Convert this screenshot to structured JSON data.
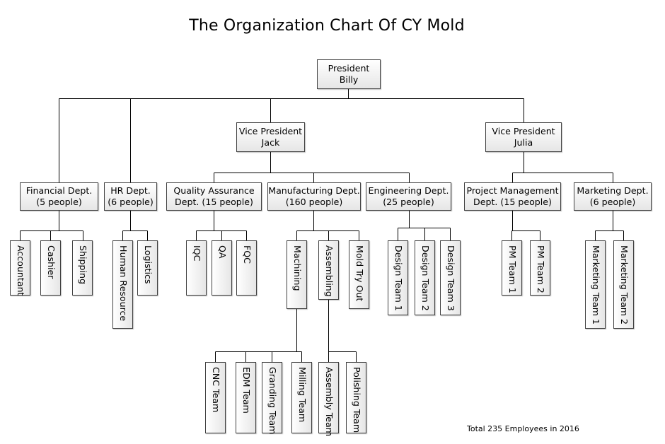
{
  "title": "The Organization Chart Of CY Mold",
  "president": {
    "role": "President",
    "name": "Billy"
  },
  "vp_jack": {
    "role": "Vice President",
    "name": "Jack"
  },
  "vp_julia": {
    "role": "Vice President",
    "name": "Julia"
  },
  "departments": {
    "financial": {
      "line1": "Financial Dept.",
      "line2": "(5 people)"
    },
    "hr": {
      "line1": "HR Dept.",
      "line2": "(6 people)"
    },
    "quality": {
      "line1": "Quality Assurance",
      "line2": "Dept. (15 people)"
    },
    "manufacturing": {
      "line1": "Manufacturing Dept.",
      "line2": "(160 people)"
    },
    "engineering": {
      "line1": "Engineering Dept.",
      "line2": "(25 people)"
    },
    "project": {
      "line1": "Project Management",
      "line2": "Dept. (15 people)"
    },
    "marketing": {
      "line1": "Marketing Dept.",
      "line2": "(6 people)"
    }
  },
  "units": {
    "accountant": "Accountant",
    "cashier": "Cashier",
    "shipping": "Shipping",
    "human_resource": "Human Resource",
    "logistics": "Logistics",
    "iqc": "IQC",
    "qa": "QA",
    "fqc": "FQC",
    "machining": "Machining",
    "assembling": "Assembling",
    "mold_try_out": "Mold Try Out",
    "design_team_1": "Design Team 1",
    "design_team_2": "Design Team 2",
    "design_team_3": "Design Team 3",
    "pm_team_1": "PM Team 1",
    "pm_team_2": "PM Team 2",
    "marketing_team_1": "Marketing Team 1",
    "marketing_team_2": "Marketing Team 2",
    "cnc_team": "CNC Team",
    "edm_team": "EDM Team",
    "granding_team": "Granding Team",
    "milling_team": "Milling Team",
    "assembly_team": "Assembly Team",
    "polishing_team": "Polishing Team"
  },
  "footnote": "Total 235  Employees in 2016"
}
